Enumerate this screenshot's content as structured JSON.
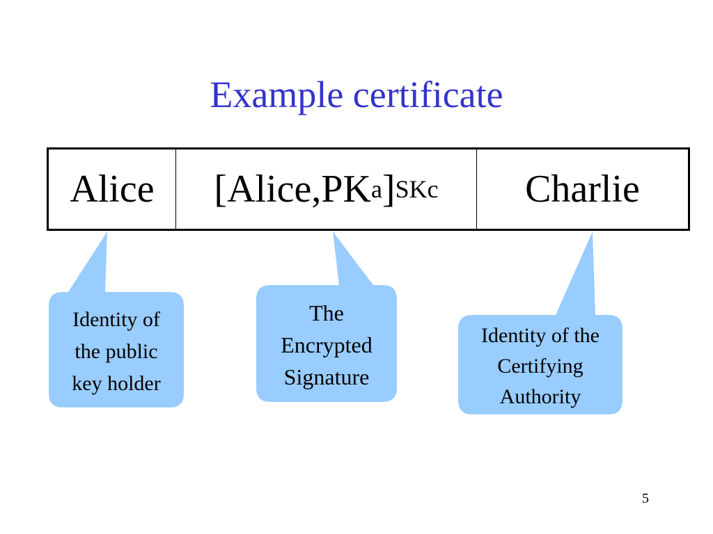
{
  "slide": {
    "title": "Example certificate",
    "page_number": "5"
  },
  "certificate": {
    "cell1": "Alice",
    "cell2": {
      "prefix": "[Alice,PK",
      "sub_a": "a",
      "suffix": "]",
      "sub_key": "SKc"
    },
    "cell3": "Charlie"
  },
  "callouts": {
    "holder": {
      "lines": [
        "Identity of",
        "the public",
        "key holder"
      ]
    },
    "signature": {
      "lines": [
        "The",
        "Encrypted",
        "Signature"
      ]
    },
    "authority": {
      "lines": [
        "Identity of the",
        "Certifying",
        "Authority"
      ]
    }
  },
  "colors": {
    "title": "#3333cc",
    "callout_fill": "#99ccff"
  }
}
